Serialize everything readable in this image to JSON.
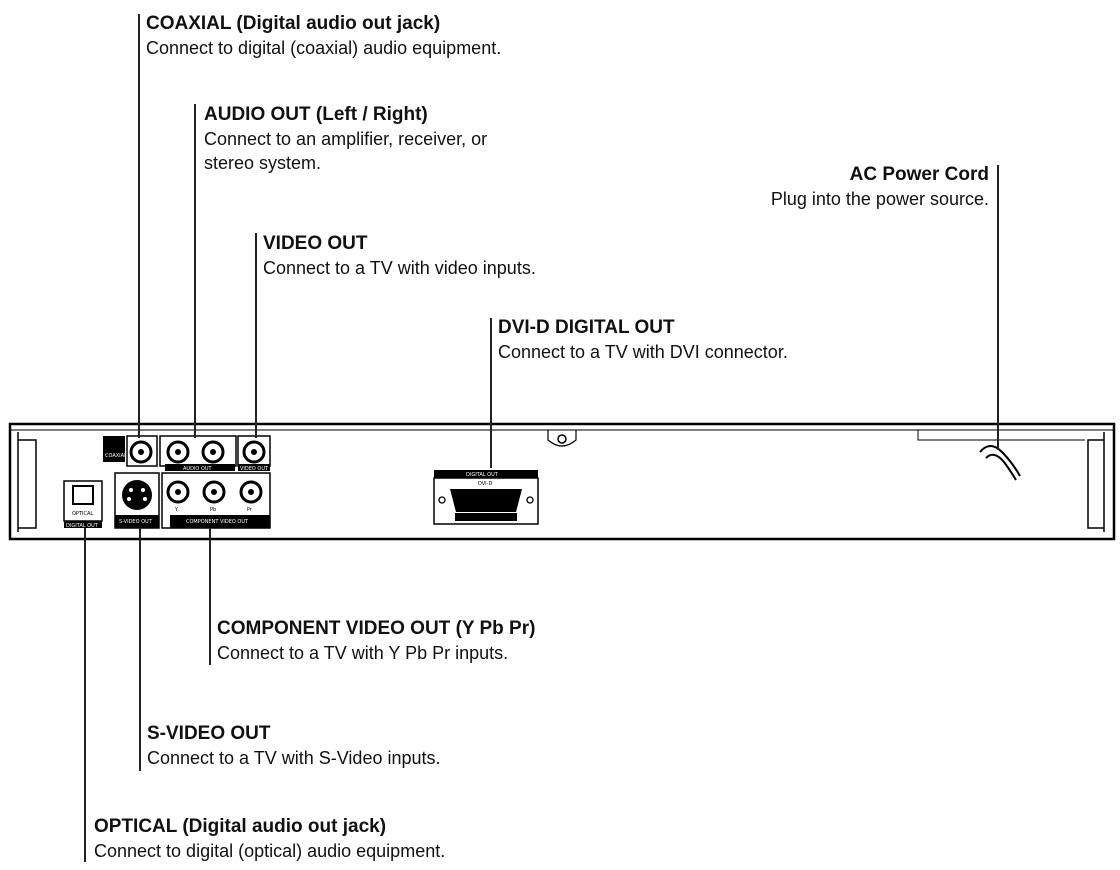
{
  "callouts": {
    "coaxial": {
      "title": "COAXIAL (Digital audio out jack)",
      "desc": "Connect to digital (coaxial) audio equipment."
    },
    "audio_out": {
      "title": "AUDIO OUT (Left / Right)",
      "desc1": "Connect to an amplifier, receiver, or",
      "desc2": "stereo system."
    },
    "ac_power": {
      "title": "AC Power Cord",
      "desc": "Plug into the power source."
    },
    "video_out": {
      "title": "VIDEO OUT",
      "desc": "Connect to a TV with video inputs."
    },
    "dvi": {
      "title": "DVI-D DIGITAL OUT",
      "desc": "Connect to a TV with DVI connector."
    },
    "component": {
      "title": "COMPONENT VIDEO OUT (Y Pb Pr)",
      "desc": "Connect to a TV with Y Pb Pr inputs."
    },
    "svideo": {
      "title": "S-VIDEO OUT",
      "desc": "Connect to a TV with S-Video inputs."
    },
    "optical": {
      "title": "OPTICAL (Digital audio out jack)",
      "desc": "Connect to digital (optical) audio equipment."
    }
  },
  "panel_labels": {
    "coaxial": "COAXIAL",
    "audio_out": "AUDIO OUT",
    "video_out": "VIDEO OUT",
    "optical": "OPTICAL",
    "digital_out": "DIGITAL OUT",
    "svideo": "S-VIDEO OUT",
    "y": "Y",
    "pb": "Pb",
    "pr": "Pr",
    "component": "COMPONENT VIDEO OUT",
    "dvi_header": "DIGITAL OUT",
    "dvi_sub": "DVI-D"
  }
}
